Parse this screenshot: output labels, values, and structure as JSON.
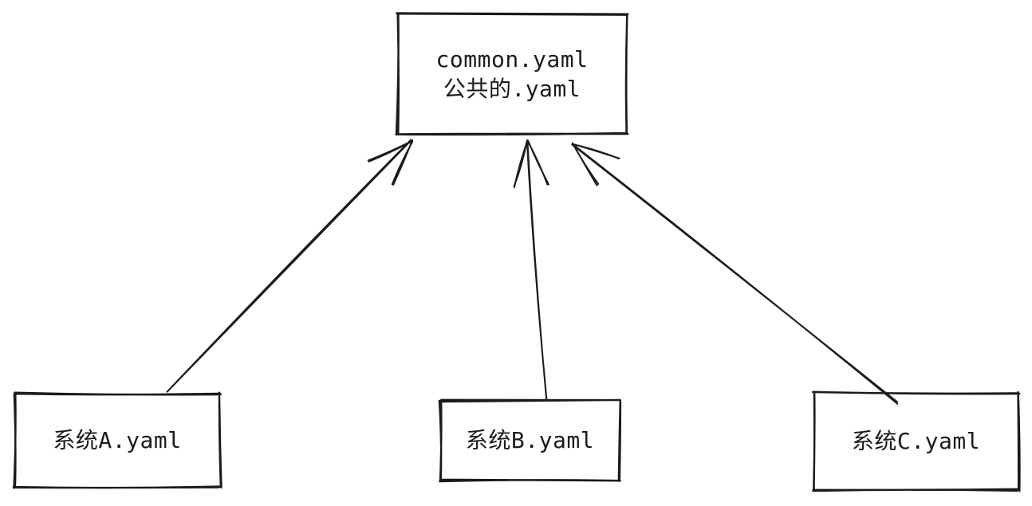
{
  "diagram": {
    "type": "dependency-graph",
    "background": "#ffffff",
    "stroke_color": "#1b1b1b",
    "nodes": [
      {
        "id": "common",
        "label_lines": [
          "common.yaml",
          "公共的.yaml"
        ]
      },
      {
        "id": "system-a",
        "label": "系统A.yaml"
      },
      {
        "id": "system-b",
        "label": "系统B.yaml"
      },
      {
        "id": "system-c",
        "label": "系统C.yaml"
      }
    ],
    "edges": [
      {
        "from": "system-a",
        "to": "common"
      },
      {
        "from": "system-b",
        "to": "common"
      },
      {
        "from": "system-c",
        "to": "common"
      }
    ]
  }
}
